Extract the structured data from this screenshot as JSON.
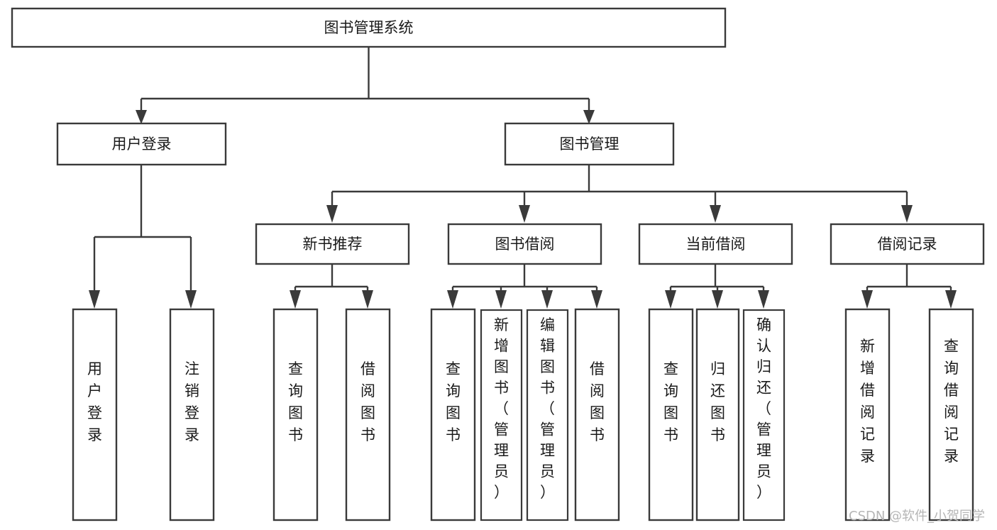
{
  "diagram": {
    "type": "tree",
    "title": "图书管理系统",
    "orientation": "top-down",
    "watermark": "CSDN @软件_小贺同学",
    "colors": {
      "box_stroke": "#3a3a3a",
      "box_fill": "#ffffff",
      "text": "#1a1a1a",
      "watermark": "#b5b5b5",
      "background": "#ffffff"
    },
    "root": {
      "label": "图书管理系统"
    },
    "level2": [
      {
        "id": "user-login",
        "label": "用户登录"
      },
      {
        "id": "book-manage",
        "label": "图书管理"
      }
    ],
    "level3": [
      {
        "id": "new-book-recommend",
        "label": "新书推荐",
        "parent": "book-manage"
      },
      {
        "id": "book-borrow",
        "label": "图书借阅",
        "parent": "book-manage"
      },
      {
        "id": "current-borrow",
        "label": "当前借阅",
        "parent": "book-manage"
      },
      {
        "id": "borrow-record",
        "label": "借阅记录",
        "parent": "book-manage"
      }
    ],
    "leaves": {
      "user_login": [
        {
          "id": "leaf-user-login",
          "label": "用户登录"
        },
        {
          "id": "leaf-logout-login",
          "label": "注销登录"
        }
      ],
      "new_book_recommend": [
        {
          "id": "leaf-query-book-1",
          "label": "查询图书"
        },
        {
          "id": "leaf-borrow-book-1",
          "label": "借阅图书"
        }
      ],
      "book_borrow": [
        {
          "id": "leaf-query-book-2",
          "label": "查询图书"
        },
        {
          "id": "leaf-add-book",
          "label": "新增图书（管理员）"
        },
        {
          "id": "leaf-edit-book",
          "label": "编辑图书（管理员）"
        },
        {
          "id": "leaf-borrow-book-2",
          "label": "借阅图书"
        }
      ],
      "current_borrow": [
        {
          "id": "leaf-query-book-3",
          "label": "查询图书"
        },
        {
          "id": "leaf-return-book",
          "label": "归还图书"
        },
        {
          "id": "leaf-confirm-return",
          "label": "确认归还（管理员）"
        }
      ],
      "borrow_record": [
        {
          "id": "leaf-add-record",
          "label": "新增借阅记录"
        },
        {
          "id": "leaf-query-record",
          "label": "查询借阅记录"
        }
      ]
    }
  }
}
